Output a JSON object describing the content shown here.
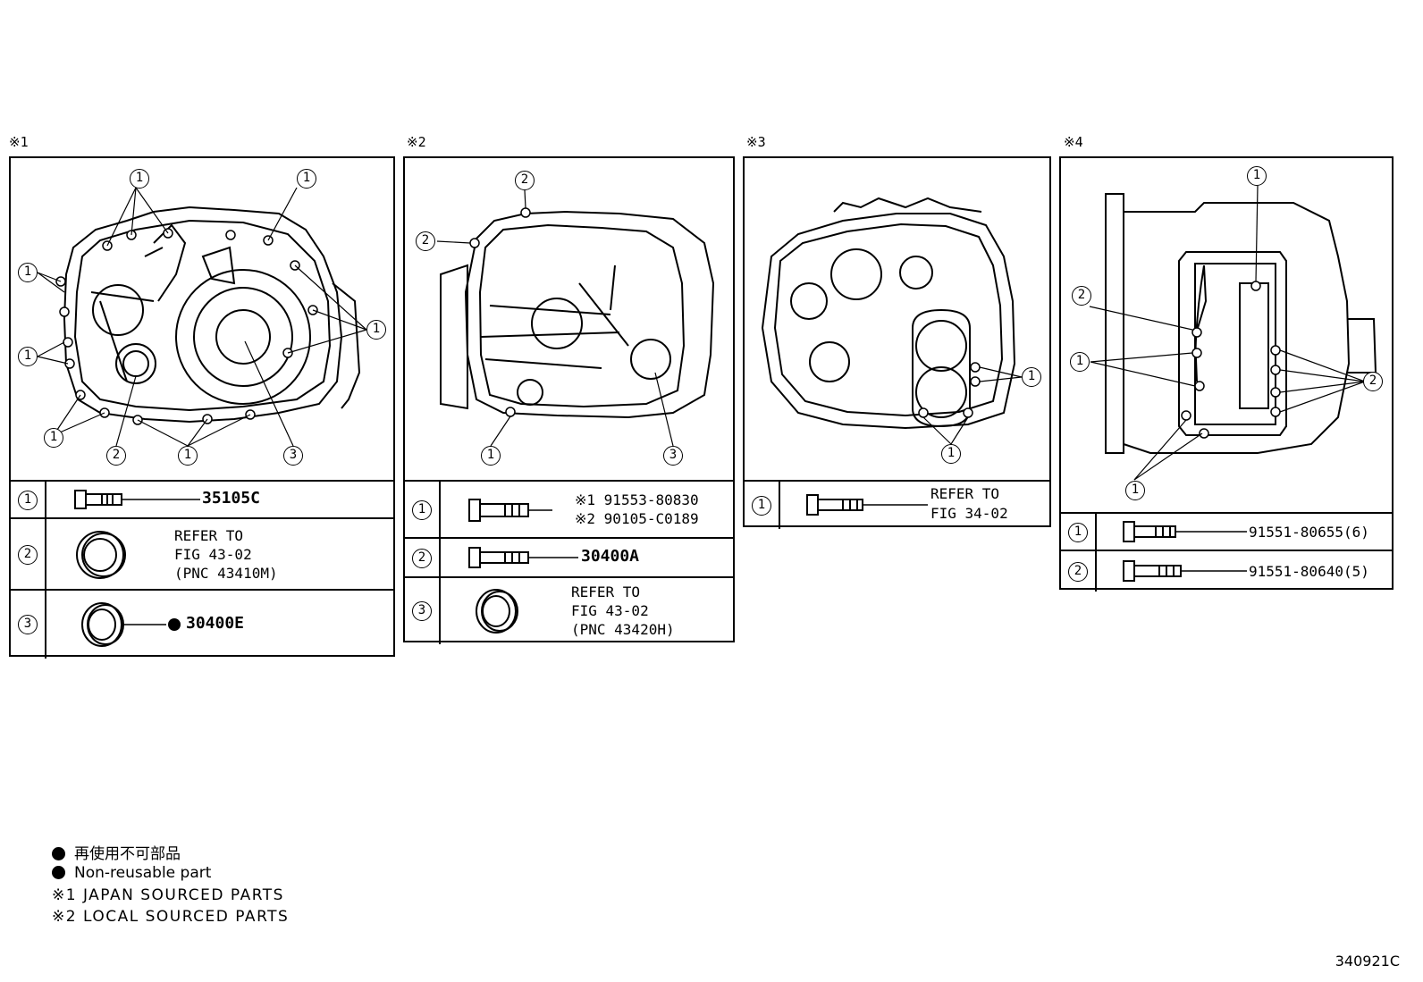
{
  "panels": [
    {
      "tag": "※1",
      "rows": [
        {
          "num": "1",
          "part": "35105C"
        },
        {
          "num": "2",
          "ref_lines": [
            "REFER TO",
            "FIG 43-02",
            "(PNC 43410M)"
          ]
        },
        {
          "num": "3",
          "part": "30400E",
          "non_reusable": true
        }
      ]
    },
    {
      "tag": "※2",
      "rows": [
        {
          "num": "1",
          "variant_lines": [
            "※1 91553-80830",
            "※2 90105-C0189"
          ]
        },
        {
          "num": "2",
          "part": "30400A"
        },
        {
          "num": "3",
          "ref_lines": [
            "REFER TO",
            "FIG 43-02",
            "(PNC 43420H)"
          ]
        }
      ]
    },
    {
      "tag": "※3",
      "rows": [
        {
          "num": "1",
          "ref_lines": [
            "REFER TO",
            "FIG 34-02"
          ]
        }
      ]
    },
    {
      "tag": "※4",
      "rows": [
        {
          "num": "1",
          "part": "91551-80655(6)"
        },
        {
          "num": "2",
          "part": "91551-80640(5)"
        }
      ]
    }
  ],
  "legend": {
    "jp_nonreusable": "再使用不可部品",
    "nonreusable": "Non-reusable part",
    "note1": "※1 JAPAN SOURCED PARTS",
    "note2": "※2 LOCAL SOURCED PARTS"
  },
  "figure_code": "340921C",
  "icons": {
    "bolt": "flange-bolt-icon",
    "seal": "oil-seal-icon",
    "callout": "numbered-callout-circle"
  }
}
